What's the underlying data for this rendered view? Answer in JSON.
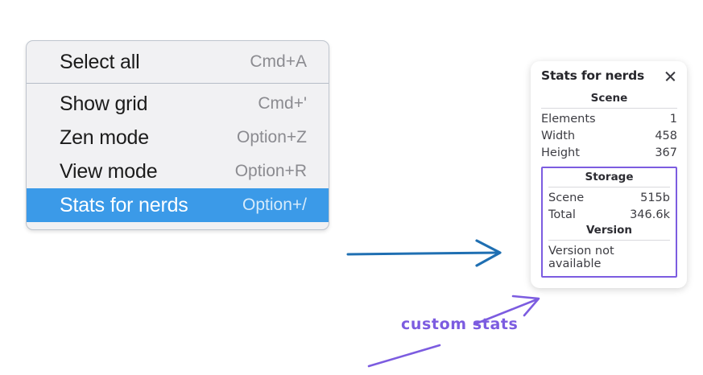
{
  "context_menu": {
    "name": "canvas-context-menu",
    "groups": [
      {
        "items": [
          {
            "label": "Select all",
            "shortcut": "Cmd+A",
            "selected": false,
            "key": "select-all"
          }
        ]
      },
      {
        "items": [
          {
            "label": "Show grid",
            "shortcut": "Cmd+'",
            "selected": false,
            "key": "show-grid"
          },
          {
            "label": "Zen mode",
            "shortcut": "Option+Z",
            "selected": false,
            "key": "zen-mode"
          },
          {
            "label": "View mode",
            "shortcut": "Option+R",
            "selected": false,
            "key": "view-mode"
          },
          {
            "label": "Stats for nerds",
            "shortcut": "Option+/",
            "selected": true,
            "key": "stats-for-nerds"
          }
        ]
      }
    ],
    "highlight_color": "#3B9AE8",
    "background_color": "#F1F1F3"
  },
  "stats_panel": {
    "title": "Stats for nerds",
    "close_label": "×",
    "sections": [
      {
        "key": "scene",
        "title": "Scene",
        "rows": [
          {
            "label": "Elements",
            "value": "1"
          },
          {
            "label": "Width",
            "value": "458"
          },
          {
            "label": "Height",
            "value": "367"
          }
        ]
      },
      {
        "key": "storage",
        "title": "Storage",
        "rows": [
          {
            "label": "Scene",
            "value": "515b"
          },
          {
            "label": "Total",
            "value": "346.6k"
          }
        ]
      },
      {
        "key": "version",
        "title": "Version",
        "full_rows": [
          "Version not available"
        ]
      }
    ],
    "custom_section_outline_color": "#7c5ce0"
  },
  "annotations": {
    "blue_arrow": {
      "name": "blue-flow-arrow",
      "color": "#1F6FB2"
    },
    "purple_arrow": {
      "name": "purple-callout-arrow",
      "color": "#7c5ce0"
    },
    "purple_underline": {
      "name": "purple-underline-stroke",
      "color": "#7c5ce0"
    },
    "handwritten_label": "custom stats"
  }
}
